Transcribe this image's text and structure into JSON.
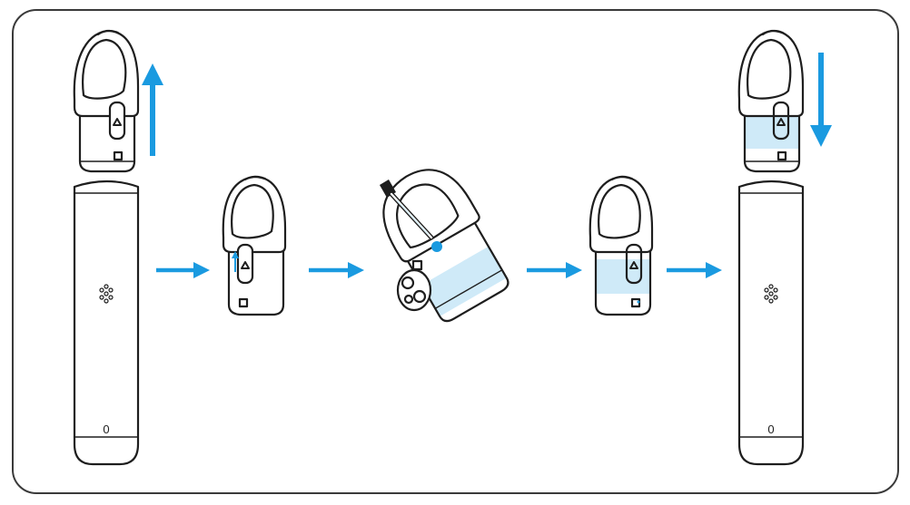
{
  "colors": {
    "frame": "#3a3a3a",
    "outline": "#1e1e1e",
    "accent_blue": "#1a9ae0",
    "liquid_fill": "#cfeaf8",
    "background": "#ffffff"
  },
  "labels": {
    "battery_left_mark": "0",
    "battery_right_mark": "0"
  },
  "steps": [
    {
      "id": "step-1",
      "icon": "pull-pod-up-arrow-icon"
    },
    {
      "id": "step-2",
      "icon": "open-fill-port-icon"
    },
    {
      "id": "step-3",
      "icon": "dropper-fill-icon"
    },
    {
      "id": "step-4",
      "icon": "pod-filled-icon"
    },
    {
      "id": "step-5",
      "icon": "insert-pod-down-arrow-icon"
    }
  ],
  "connectors": [
    {
      "icon": "right-arrow-icon"
    },
    {
      "icon": "right-arrow-icon"
    },
    {
      "icon": "right-arrow-icon"
    },
    {
      "icon": "right-arrow-icon"
    }
  ]
}
